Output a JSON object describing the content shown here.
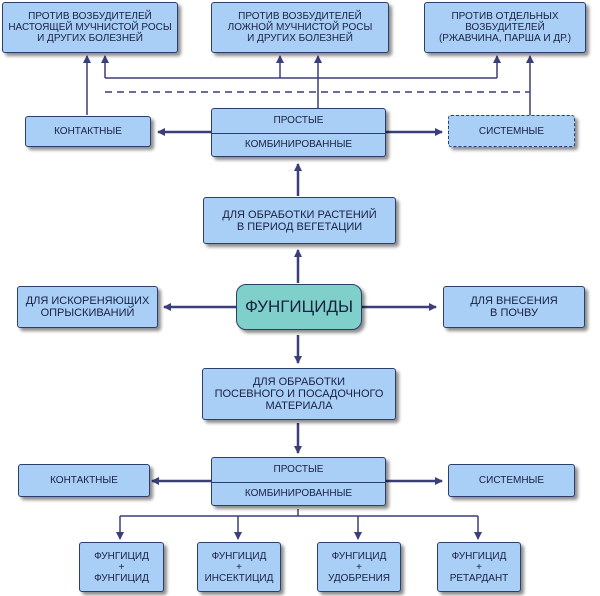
{
  "top": {
    "powdery_mildew": "ПРОТИВ ВОЗБУДИТЕЛЕЙ\nНАСТОЯЩЕЙ МУЧНИСТОЙ РОСЫ\nИ ДРУГИХ БОЛЕЗНЕЙ",
    "downy_mildew": "ПРОТИВ ВОЗБУДИТЕЛЕЙ\nЛОЖНОЙ МУЧНИСТОЙ РОСЫ\nИ ДРУГИХ БОЛЕЗНЕЙ",
    "specific": "ПРОТИВ ОТДЕЛЬНЫХ\nВОЗБУДИТЕЛЕЙ\n(РЖАВЧИНА, ПАРША И ДР.)"
  },
  "upper": {
    "contact": "КОНТАКТНЫЕ",
    "simple": "ПРОСТЫЕ",
    "combined": "КОМБИНИРОВАННЫЕ",
    "systemic": "СИСТЕМНЫЕ"
  },
  "vegetation": "ДЛЯ ОБРАБОТКИ РАСТЕНИЙ\nВ ПЕРИОД ВЕГЕТАЦИИ",
  "center": "ФУНГИЦИДЫ",
  "eradicating": "ДЛЯ ИСКОРЕНЯЮЩИХ\nОПРЫСКИВАНИЙ",
  "soil": "ДЛЯ ВНЕСЕНИЯ\nВ ПОЧВУ",
  "seed": "ДЛЯ ОБРАБОТКИ\nПОСЕВНОГО И ПОСАДОЧНОГО\nМАТЕРИАЛА",
  "lower": {
    "contact": "КОНТАКТНЫЕ",
    "simple": "ПРОСТЫЕ",
    "combined": "КОМБИНИРОВАННЫЕ",
    "systemic": "СИСТЕМНЫЕ"
  },
  "bottom": [
    "ФУНГИЦИД\n+\nФУНГИЦИД",
    "ФУНГИЦИД\n+\nИНСЕКТИЦИД",
    "ФУНГИЦИД\n+\nУДОБРЕНИЯ",
    "ФУНГИЦИД\n+\nРЕТАРДАНТ"
  ],
  "colors": {
    "box_fill": "#a9cff7",
    "center_fill": "#7fd0cb",
    "line": "#3a3f7a"
  }
}
